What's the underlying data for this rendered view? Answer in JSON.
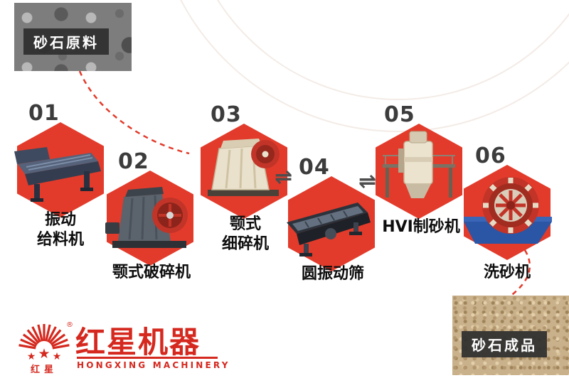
{
  "colors": {
    "accent_red": "#e23b2b",
    "logo_red": "#d5281e",
    "number_gray": "#3c3c3c",
    "caption_bg": "#303030"
  },
  "raw_material": {
    "label": "砂石原料"
  },
  "finished_product": {
    "label": "砂石成品"
  },
  "flow": {
    "arrow_1": "⇌",
    "arrow_2": "⇌"
  },
  "steps": [
    {
      "num": "01",
      "line1": "振动",
      "line2": "给料机",
      "machine": "vibrating-feeder"
    },
    {
      "num": "02",
      "line1": "颚式破碎机",
      "line2": "",
      "machine": "jaw-crusher"
    },
    {
      "num": "03",
      "line1": "颚式",
      "line2": "细碎机",
      "machine": "fine-jaw-crusher"
    },
    {
      "num": "04",
      "line1": "圆振动筛",
      "line2": "",
      "machine": "circular-vibrating-screen"
    },
    {
      "num": "05",
      "line1": "HVI制砂机",
      "line2": "",
      "machine": "hvi-sand-maker"
    },
    {
      "num": "06",
      "line1": "洗砂机",
      "line2": "",
      "machine": "sand-washer"
    }
  ],
  "logo": {
    "brand": "红星机器",
    "subtitle": "HONGXING MACHINERY",
    "emblem": "红星",
    "registered": "®"
  }
}
